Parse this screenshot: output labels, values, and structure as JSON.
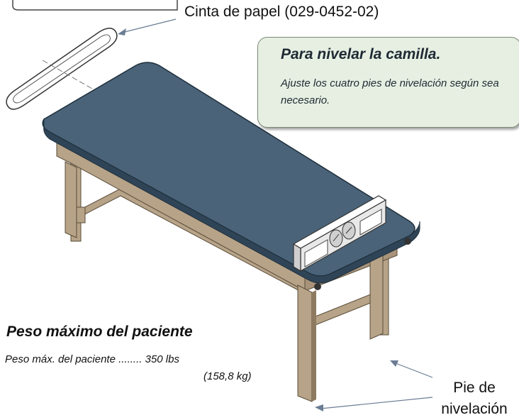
{
  "tape_label": "Cinta de papel  (029-0452-02)",
  "callout": {
    "title": "Para nivelar la camilla.",
    "body": "Ajuste los cuatro pies de nivelación según sea necesario."
  },
  "weight": {
    "title": "Peso máximo del paciente",
    "line": "Peso máx. del paciente ........ 350 lbs",
    "metric": "(158,8 kg)"
  },
  "foot_label": {
    "line1": "Pie de",
    "line2": "nivelación"
  },
  "colors": {
    "tabletop": "#4a6378",
    "tabletop_edge": "#2f4557",
    "wood": "#b7a388",
    "wood_dark": "#8d7a60",
    "callout_bg": "#e6efe2",
    "level": "#e8e8e8"
  }
}
